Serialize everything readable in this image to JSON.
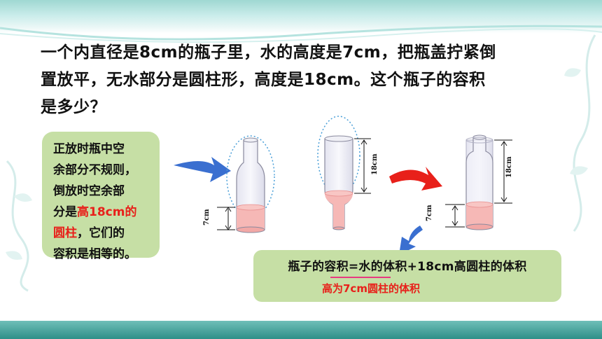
{
  "question": {
    "line1": "一个内直径是8cm的瓶子里，水的高度是7cm，把瓶盖拧紧倒",
    "line2": "置放平，无水部分是圆柱形，高度是18cm。这个瓶子的容积",
    "line3": "是多少？"
  },
  "note": {
    "line1": "正放时瓶中空",
    "line2": "余部分不规则，",
    "line3": "倒放时空余部",
    "line4_prefix": "分是",
    "line4_red": "高18cm的",
    "line5_red": "圆柱",
    "line5_suffix": "，它们的",
    "line6": "容积是相等的。"
  },
  "formula": {
    "main": "瓶子的容积=水的体积+18cm高圆柱的体积",
    "sub": "高为7cm圆柱的体积"
  },
  "labels": {
    "bottle1_water_height": "7cm",
    "bottle2_air_height": "18cm",
    "bottle3_air_height": "18cm",
    "bottle3_water_height": "7cm"
  },
  "colors": {
    "water": "#f6b8b6",
    "water_edge": "#e89090",
    "bottle_outline": "#8a8a9e",
    "dotted_ellipse": "#4a9fd8",
    "arrow_blue": "#3a6fd0",
    "arrow_red": "#e8201a",
    "box_green": "#c6dfa5"
  }
}
